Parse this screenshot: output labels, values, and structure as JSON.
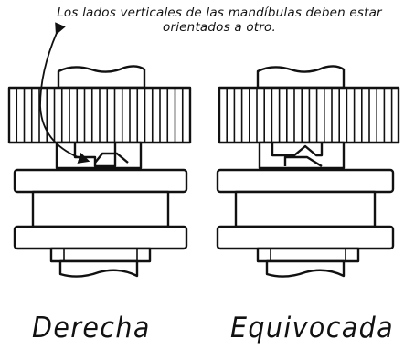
{
  "note": {
    "line1": "Los lados verticales de las mandíbulas deben estar",
    "line2": "orientados a otro."
  },
  "captions": {
    "left": "Derecha",
    "right": "Equivocada"
  },
  "colors": {
    "stroke": "#111111",
    "fill": "#ffffff"
  },
  "icons": {
    "pointer": "curved-arrow-icon"
  }
}
